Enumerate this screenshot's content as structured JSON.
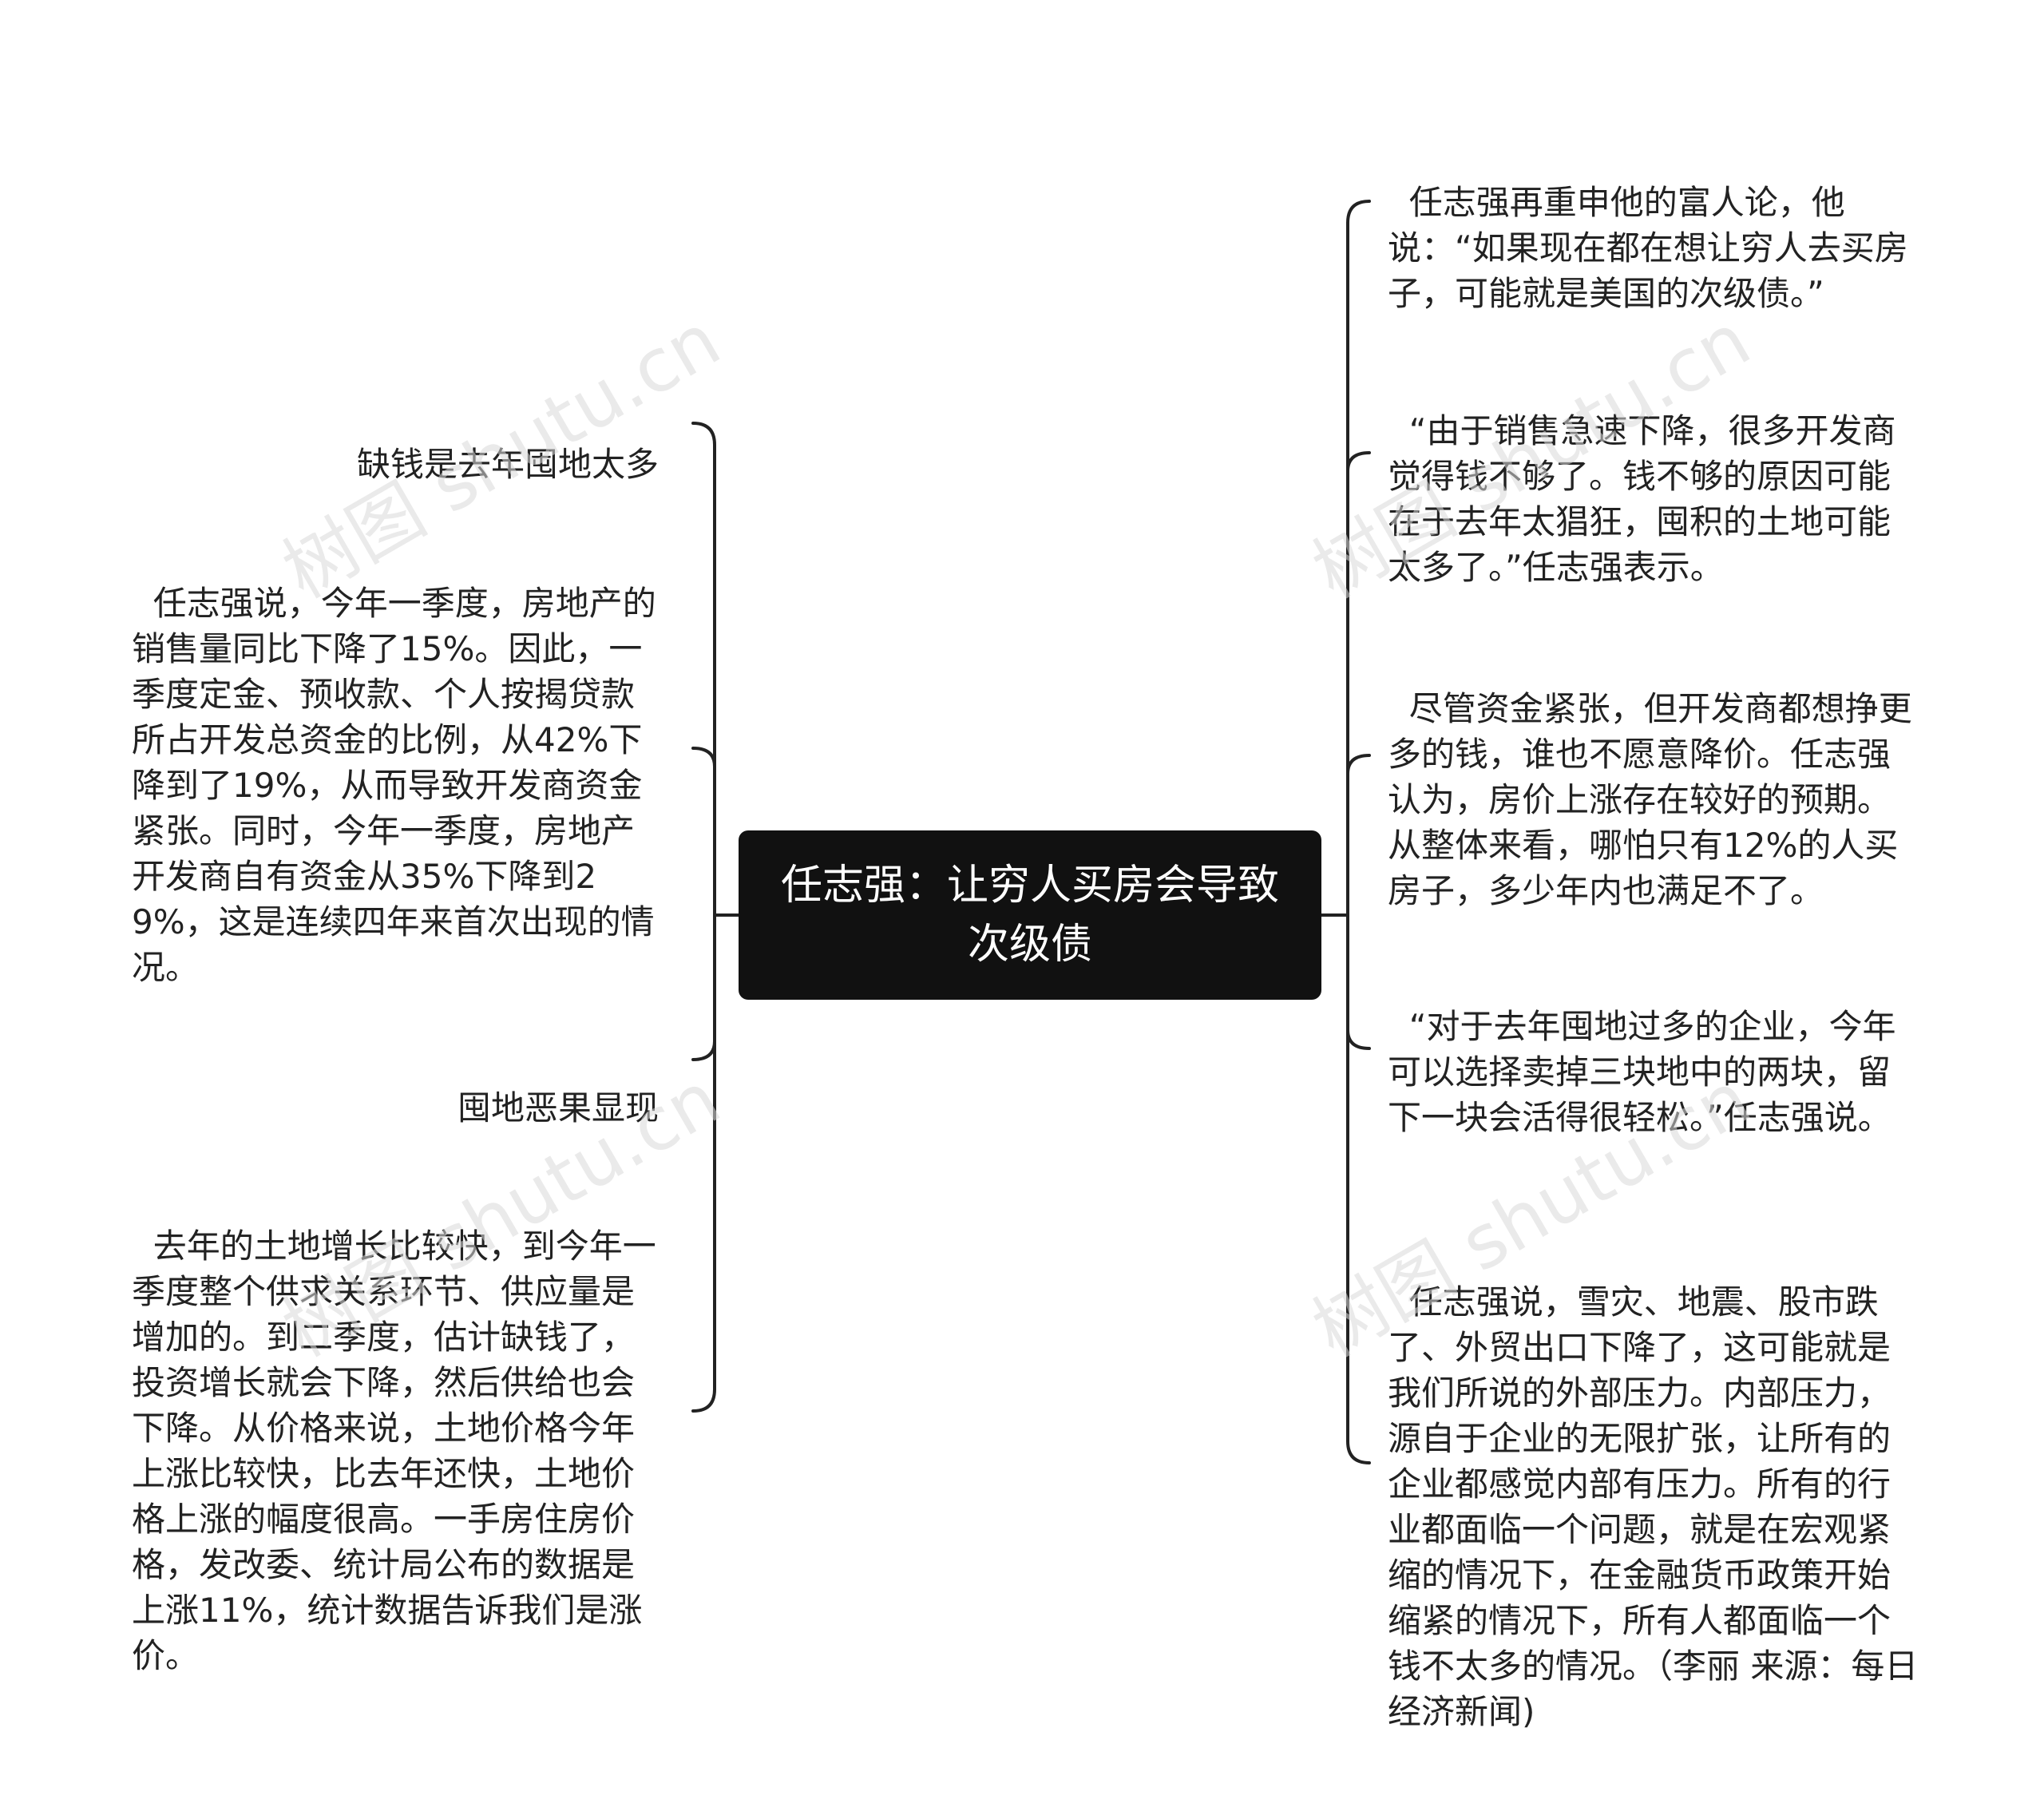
{
  "center": {
    "title": "任志强：让穷人买房会导致次级债"
  },
  "left": [
    "缺钱是去年囤地太多",
    "任志强说，今年一季度，房地产的销售量同比下降了15%。因此，一季度定金、预收款、个人按揭贷款所占开发总资金的比例，从42%下降到了19%，从而导致开发商资金紧张。同时，今年一季度，房地产开发商自有资金从35%下降到29%，这是连续四年来首次出现的情况。",
    "囤地恶果显现",
    "去年的土地增长比较快，到今年一季度整个供求关系环节、供应量是增加的。到二季度，估计缺钱了，投资增长就会下降，然后供给也会下降。从价格来说，土地价格今年上涨比较快，比去年还快，土地价格上涨的幅度很高。一手房住房价格，发改委、统计局公布的数据是上涨11%，统计数据告诉我们是涨价。"
  ],
  "right": [
    "任志强再重申他的富人论，他说：“如果现在都在想让穷人去买房子，可能就是美国的次级债。”",
    "“由于销售急速下降，很多开发商觉得钱不够了。钱不够的原因可能在于去年太猖狂，囤积的土地可能太多了。”任志强表示。",
    "尽管资金紧张，但开发商都想挣更多的钱，谁也不愿意降价。任志强认为，房价上涨存在较好的预期。从整体来看，哪怕只有12%的人买房子，多少年内也满足不了。",
    "“对于去年囤地过多的企业，今年可以选择卖掉三块地中的两块，留下一块会活得很轻松。”任志强说。",
    "任志强说，雪灾、地震、股市跌了、外贸出口下降了，这可能就是我们所说的外部压力。内部压力，源自于企业的无限扩张，让所有的企业都感觉内部有压力。所有的行业都面临一个问题，就是在宏观紧缩的情况下，在金融货币政策开始缩紧的情况下，所有人都面临一个钱不太多的情况。（李丽 来源：每日经济新闻)"
  ],
  "watermark": "树图 shutu.cn",
  "colors": {
    "center_bg": "#111111",
    "line": "#222222",
    "text": "#222222"
  }
}
